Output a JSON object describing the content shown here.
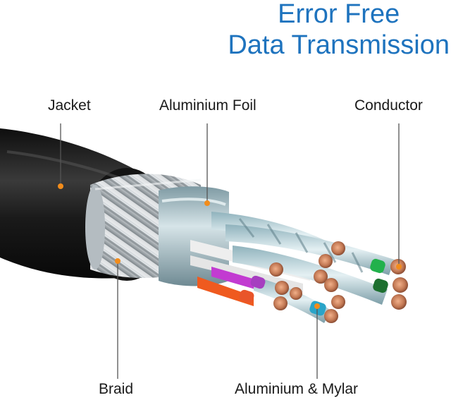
{
  "headline": {
    "line1": "Error Free",
    "line2": "Data Transmission",
    "color": "#1e73be"
  },
  "callouts": {
    "jacket": "Jacket",
    "aluminium_foil": "Aluminium Foil",
    "conductor": "Conductor",
    "braid": "Braid",
    "aluminium_mylar": "Aluminium & Mylar"
  },
  "colors": {
    "jacket": "#1c1c1c",
    "foil": "#b8cdd3",
    "braid": "#c9ced2",
    "copper": "#b66a4a",
    "marker_dot": "#f28c1b",
    "leader_line": "#555555"
  }
}
